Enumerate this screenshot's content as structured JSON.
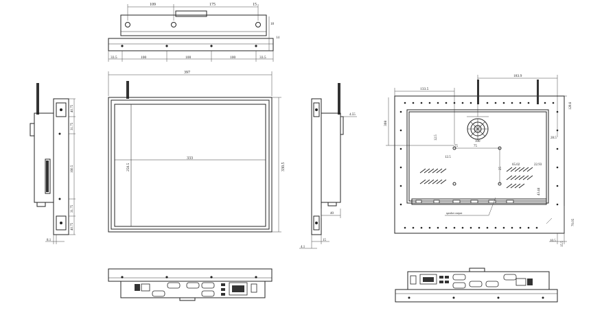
{
  "top_view": {
    "dims_top": [
      "109",
      "175",
      "15"
    ],
    "dims_side": [
      "18",
      "14"
    ],
    "dims_bottom": [
      "33.5",
      "100",
      "100",
      "100",
      "33.5"
    ]
  },
  "front_view": {
    "width_label": "397",
    "height_label": "330.5",
    "active_width": "333",
    "active_height": "250.5"
  },
  "left_view": {
    "dims": [
      "40.75",
      "31.75",
      "160.5",
      "31.75",
      "40.75"
    ],
    "bottom_dim": "8.1"
  },
  "right_view": {
    "dims": [
      "4.55",
      "40",
      "15",
      "4.1"
    ]
  },
  "rear_view": {
    "dims": [
      "133.5",
      "183.9",
      "308",
      "128.6",
      "12.5",
      "12.5",
      "75",
      "100",
      "75",
      "25",
      "65.02",
      "22.93",
      "43.44",
      "70.05",
      "10.5",
      "15.5",
      "28.5"
    ],
    "note_label": "speaker output"
  },
  "colors": {
    "line": "#222222",
    "paper": "#ffffff"
  }
}
